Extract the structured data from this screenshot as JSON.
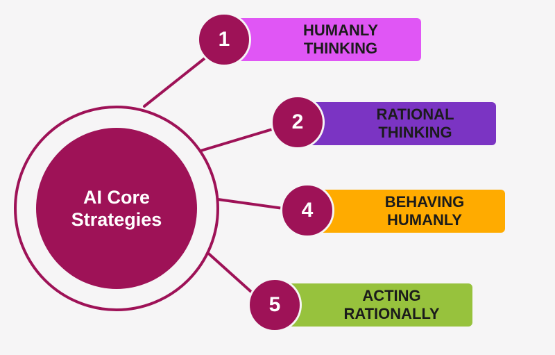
{
  "center": {
    "line1": "AI Core",
    "line2": "Strategies"
  },
  "items": [
    {
      "number": "1",
      "line1": "HUMANLY",
      "line2": "THINKING",
      "color": "#e056f5"
    },
    {
      "number": "2",
      "line1": "RATIONAL",
      "line2": "THINKING",
      "color": "#7b34c3"
    },
    {
      "number": "4",
      "line1": "BEHAVING",
      "line2": "HUMANLY",
      "color": "#ffab00"
    },
    {
      "number": "5",
      "line1": "ACTING",
      "line2": "RATIONALLY",
      "color": "#97c23d"
    }
  ],
  "colors": {
    "accent": "#9e1257",
    "background": "#f6f5f6"
  }
}
